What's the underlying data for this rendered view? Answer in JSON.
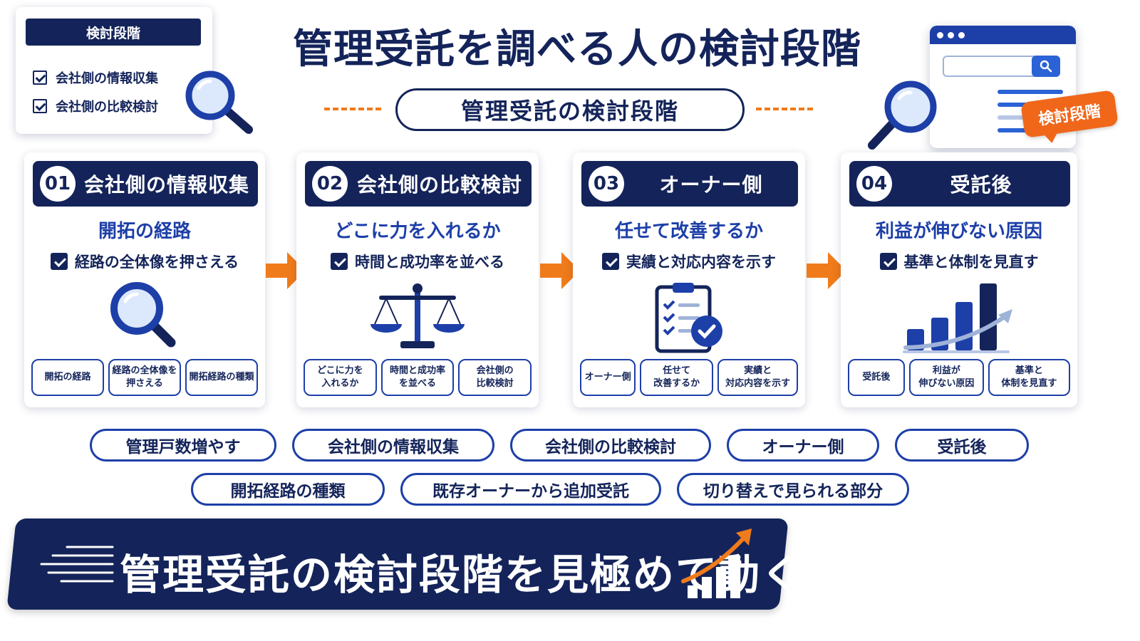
{
  "title": "管理受託を調べる人の検討段階",
  "subtitle": "管理受託の検討段階",
  "top_card": {
    "header": "検討段階",
    "items": [
      "会社側の情報収集",
      "会社側の比較検討"
    ]
  },
  "badge": "検討段階",
  "steps": [
    {
      "number": "01",
      "heading": "会社側の情報収集",
      "subheading": "開拓の経路",
      "check": "経路の全体像を押さえる",
      "icon": "magnifier-icon",
      "tags": [
        "開拓の経路",
        "経路の全体像を\n押さえる",
        "開拓経路の種類"
      ]
    },
    {
      "number": "02",
      "heading": "会社側の比較検討",
      "subheading": "どこに力を入れるか",
      "check": "時間と成功率を並べる",
      "icon": "scales-icon",
      "tags": [
        "どこに力を\n入れるか",
        "時間と成功率\nを並べる",
        "会社側の\n比較検討"
      ]
    },
    {
      "number": "03",
      "heading": "オーナー側",
      "subheading": "任せて改善するか",
      "check": "実績と対応内容を示す",
      "icon": "clipboard-check-icon",
      "tags": [
        "オーナー側",
        "任せて\n改善するか",
        "実績と\n対応内容を示す"
      ]
    },
    {
      "number": "04",
      "heading": "受託後",
      "subheading": "利益が伸びない原因",
      "check": "基準と体制を見直す",
      "icon": "bar-growth-icon",
      "tags": [
        "受託後",
        "利益が\n伸びない原因",
        "基準と\n体制を見直す"
      ]
    }
  ],
  "keywords_row1": [
    "管理戸数増やす",
    "会社側の情報収集",
    "会社側の比較検討",
    "オーナー側",
    "受託後"
  ],
  "keywords_row2": [
    "開拓経路の種類",
    "既存オーナーから追加受託",
    "切り替えで見られる部分"
  ],
  "banner": "管理受託の検討段階を見極めて動く",
  "colors": {
    "navy": "#14245a",
    "blue": "#1d3fa8",
    "accent_orange": "#f07b1a"
  }
}
